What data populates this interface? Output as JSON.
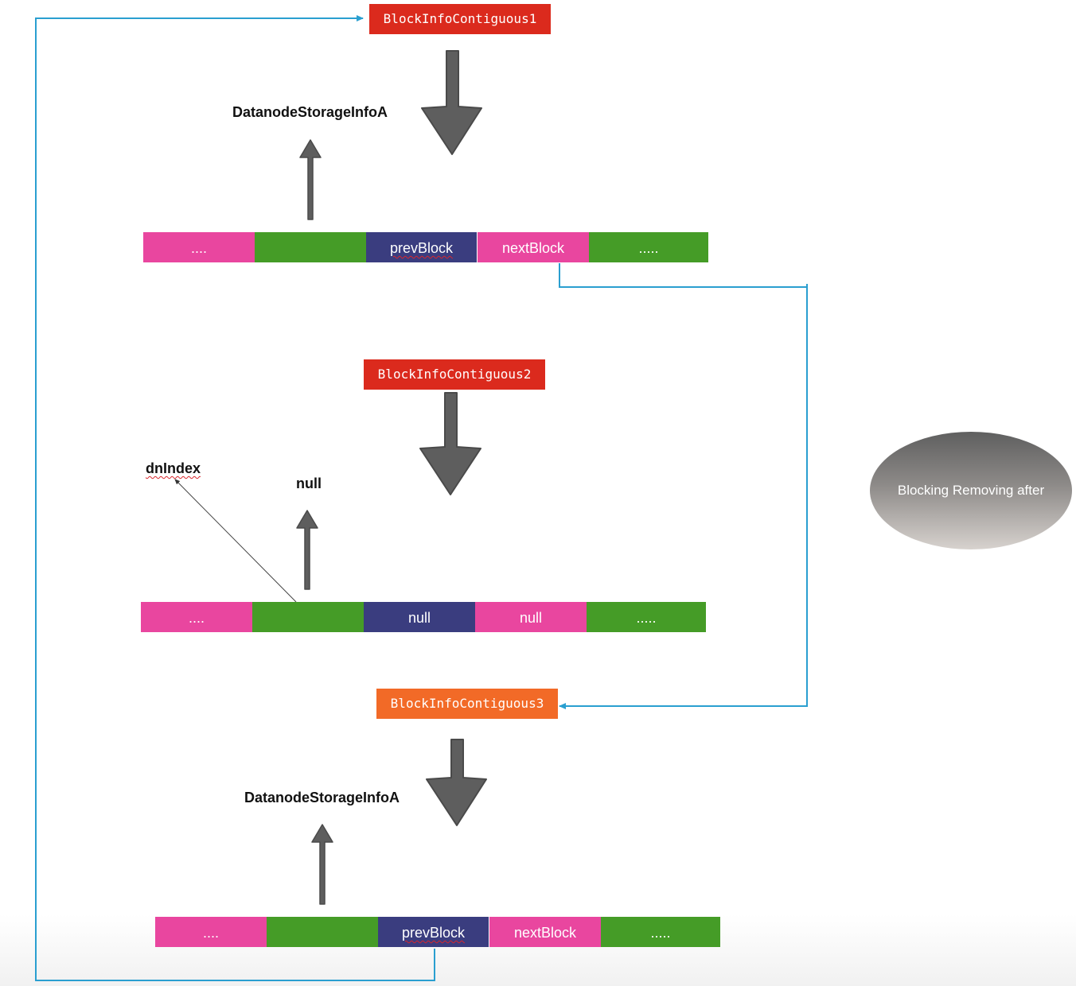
{
  "blocks": [
    {
      "label": "BlockInfoContiguous1",
      "color": "#db2a1d"
    },
    {
      "label": "BlockInfoContiguous2",
      "color": "#db2a1d"
    },
    {
      "label": "BlockInfoContiguous3",
      "color": "#f26a27"
    }
  ],
  "rows": [
    {
      "cells": [
        "....",
        "",
        "prevBlock",
        "nextBlock",
        "....."
      ]
    },
    {
      "cells": [
        "....",
        "",
        "null",
        "null",
        "....."
      ]
    },
    {
      "cells": [
        "....",
        "",
        "prevBlock",
        "nextBlock",
        "....."
      ]
    }
  ],
  "headings": {
    "storage_top": "DatanodeStorageInfoA",
    "null_label": "null",
    "dnindex": "dnIndex",
    "storage_bottom": "DatanodeStorageInfoA"
  },
  "note": "Blocking Removing after",
  "colors": {
    "pink": "#e9469f",
    "green": "#459c27",
    "navy": "#3a3d7f",
    "connector": "#2a9fd0",
    "arrow": "#5e5e5e"
  }
}
